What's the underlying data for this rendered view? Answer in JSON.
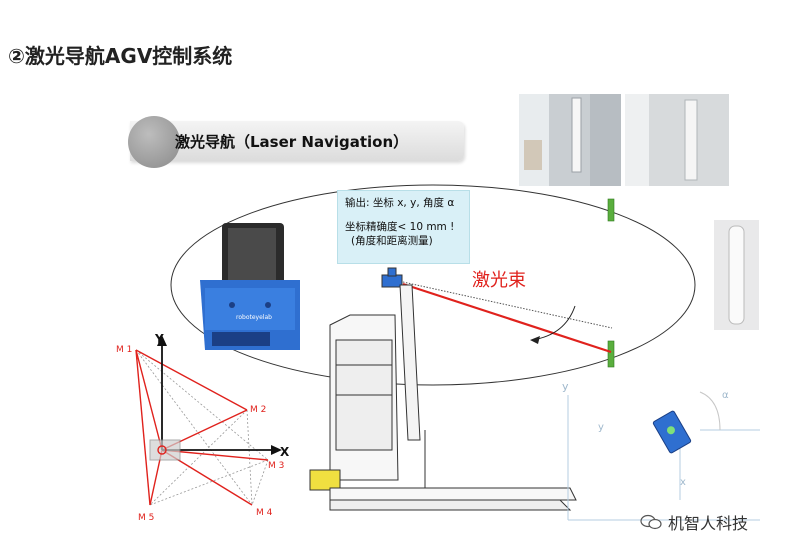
{
  "heading": "②激光导航AGV控制系统",
  "banner": {
    "text": "激光导航（Laser Navigation）"
  },
  "output_box": {
    "line1": "输出: 坐标 x, y, 角度 α",
    "line2": "坐标精确度< 10 mm !",
    "line3": "(角度和距离测量)"
  },
  "laser_label": "激光束",
  "scanner": {
    "brand": "roboteyelab"
  },
  "coord_diagram": {
    "axis_x": "X",
    "axis_y": "Y",
    "markers": [
      "M 1",
      "M 2",
      "M 3",
      "M 4",
      "M 5"
    ]
  },
  "floor_axes": {
    "y_big": "y",
    "y_small": "y",
    "x": "x",
    "alpha": "α"
  },
  "watermark": "机智人科技",
  "colors": {
    "laser": "#e0221d",
    "reflector": "#5aae3d",
    "agv_blue": "#2f6fd0"
  }
}
